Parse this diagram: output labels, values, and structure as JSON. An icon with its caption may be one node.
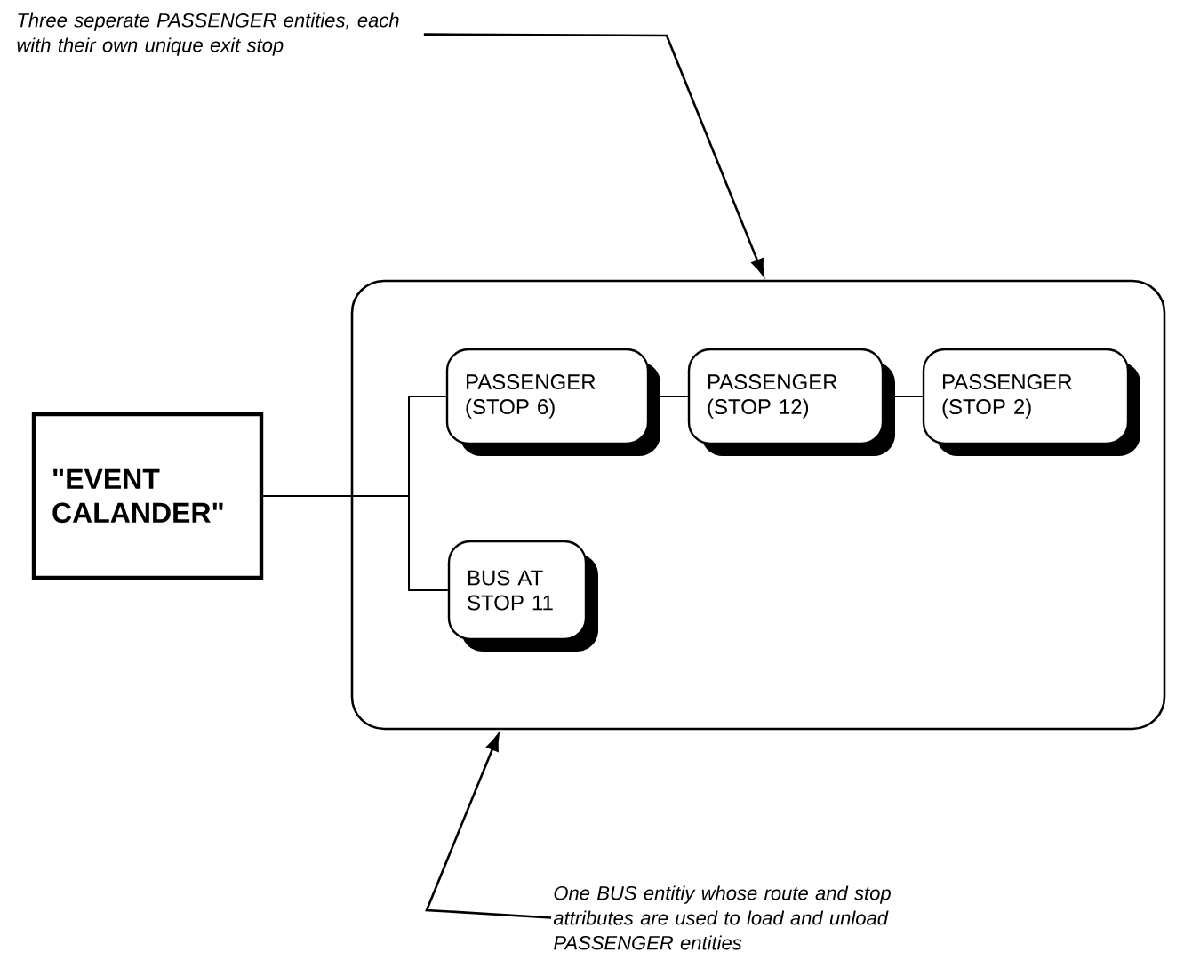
{
  "diagram": {
    "nodes": [
      {
        "text": [
          "\"EVENT CALANDER\""
        ]
      },
      {
        "text": [],
        "shape": "box"
      },
      {
        "text": [
          "PASSENGER (STOP 6)"
        ],
        "in": 1
      },
      {
        "text": [
          "PASSENGER (STOP 12)"
        ],
        "in": 1
      },
      {
        "text": [
          "PASSENGER (STOP 2)"
        ],
        "in": 1
      },
      {
        "text": [
          "BUS AT STOP 11"
        ],
        "in": 1
      },
      {
        "text": [
          "Three seperate PASSENGER entities, each with their own unique exit stop"
        ]
      },
      {
        "text": [
          "One BUS entitiy whose route and stop attributes are used to load and unload PASSENGER entities"
        ]
      }
    ],
    "edges": [
      {
        "from": 0,
        "to": 2,
        "arrow": "none"
      },
      {
        "from": 0,
        "to": 5,
        "arrow": "none"
      },
      {
        "from": 2,
        "to": 3,
        "arrow": "none"
      },
      {
        "from": 3,
        "to": 4,
        "arrow": "none"
      },
      {
        "from": 6,
        "to": 1,
        "arrow": "to"
      },
      {
        "from": 7,
        "to": 1,
        "arrow": "to"
      }
    ]
  }
}
